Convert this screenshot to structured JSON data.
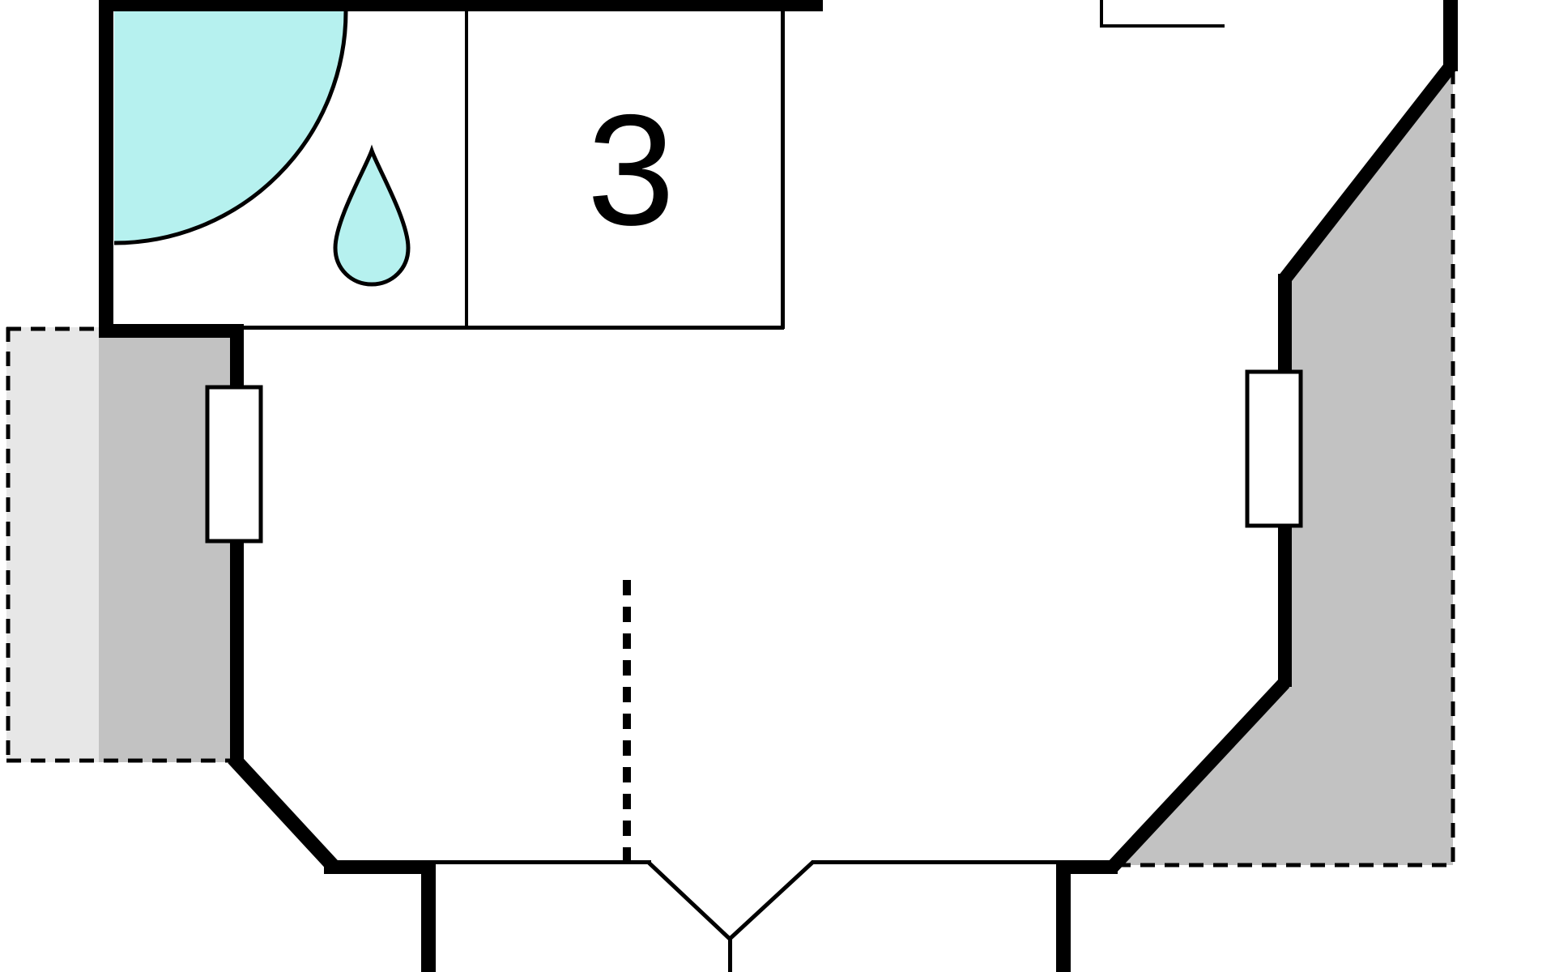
{
  "floorplan": {
    "room_label": "3",
    "colors": {
      "wall": "#000000",
      "water": "#b6f1ef",
      "area_dark": "#c2c2c2",
      "area_light": "#e7e7e7",
      "window": "#ffffff",
      "background": "#ffffff"
    },
    "icons": {
      "shower": "corner-shower-quarter-circle",
      "drop": "water-drop"
    }
  }
}
